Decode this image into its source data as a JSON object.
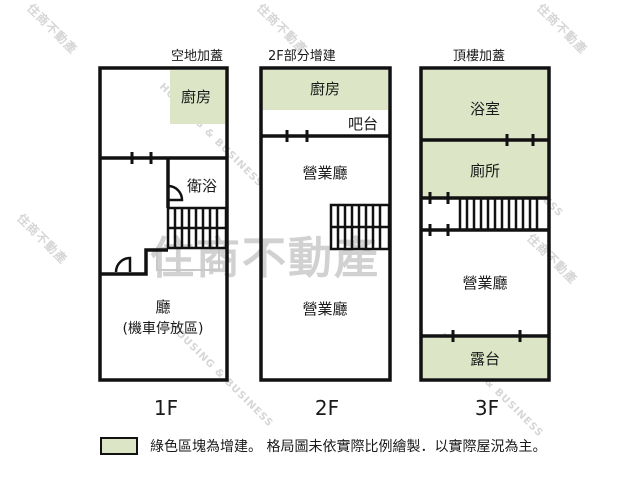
{
  "colors": {
    "extension_green": "#dce6c6",
    "wall": "#111111",
    "watermark": "#9a9a9a"
  },
  "watermark": {
    "main": "住商不動產",
    "small": "不動產",
    "english": "HOUSING & BUSINESS",
    "diagonal": "住商不動產"
  },
  "floors": [
    {
      "id": "1F",
      "caption": "空地加蓋",
      "label": "1F",
      "rooms": [
        {
          "name": "廚房",
          "extension": true
        },
        {
          "name": "衛浴",
          "extension": false
        },
        {
          "name": "廳",
          "sub": "(機車停放區)",
          "extension": false
        }
      ]
    },
    {
      "id": "2F",
      "caption": "2F部分增建",
      "label": "2F",
      "rooms": [
        {
          "name": "廚房",
          "extension": true
        },
        {
          "name": "吧台",
          "extension": false
        },
        {
          "name": "營業廳",
          "extension": false
        },
        {
          "name": "營業廳",
          "extension": false
        }
      ]
    },
    {
      "id": "3F",
      "caption": "頂樓加蓋",
      "label": "3F",
      "rooms": [
        {
          "name": "浴室",
          "extension": true
        },
        {
          "name": "廁所",
          "extension": true
        },
        {
          "name": "營業廳",
          "extension": false
        },
        {
          "name": "露台",
          "extension": true
        }
      ]
    }
  ],
  "legend": {
    "swatch_meaning": "綠色區塊為增建",
    "text": "綠色區塊為增建。 格局圖未依實際比例繪製．以實際屋況為主。"
  }
}
